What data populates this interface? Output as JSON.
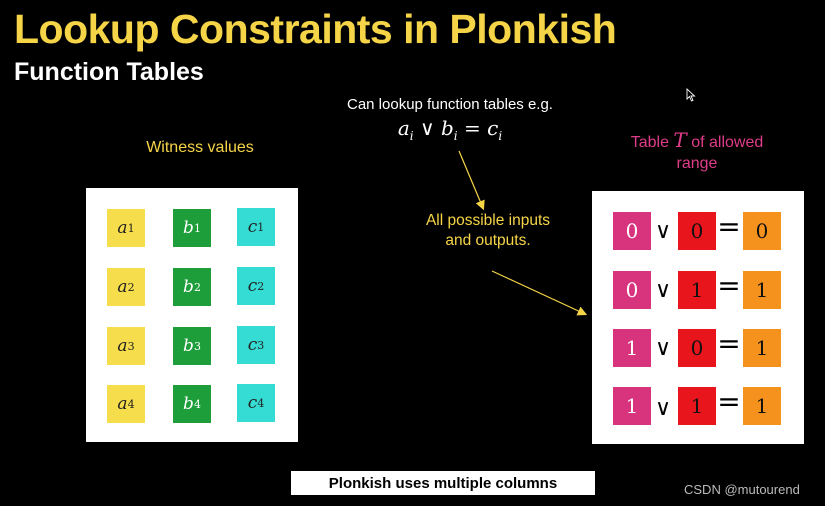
{
  "slide": {
    "title": "Lookup Constraints in Plonkish",
    "subtitle": "Function Tables",
    "caption_top": "Can lookup function tables e.g.",
    "witness_label": "Witness values",
    "table_label_pre": "Table ",
    "table_label_sym": "T",
    "table_label_post": " of allowed range",
    "possible_label": "All possible inputs and outputs.",
    "bottom_text": "Plonkish uses multiple columns",
    "watermark": "CSDN @mutourend"
  },
  "formula": {
    "a": "a",
    "a_sub": "i",
    "op": " ∨ ",
    "b": "b",
    "b_sub": "i",
    "eq": " = ",
    "c": "c",
    "c_sub": "i"
  },
  "witness": {
    "rows": [
      {
        "a": "a",
        "a_sub": "1",
        "b": "b",
        "b_sub": "1",
        "c": "c",
        "c_sub": "1"
      },
      {
        "a": "a",
        "a_sub": "2",
        "b": "b",
        "b_sub": "2",
        "c": "c",
        "c_sub": "2"
      },
      {
        "a": "a",
        "a_sub": "3",
        "b": "b",
        "b_sub": "3",
        "c": "c",
        "c_sub": "3"
      },
      {
        "a": "a",
        "a_sub": "4",
        "b": "b",
        "b_sub": "4",
        "c": "c",
        "c_sub": "4"
      }
    ]
  },
  "range_table": {
    "op": "∨",
    "eq": "=",
    "rows": [
      {
        "a": "0",
        "b": "0",
        "c": "0"
      },
      {
        "a": "0",
        "b": "1",
        "c": "1"
      },
      {
        "a": "1",
        "b": "0",
        "c": "1"
      },
      {
        "a": "1",
        "b": "1",
        "c": "1"
      }
    ]
  },
  "colors": {
    "title": "#f5d547",
    "witness_a": "#f6dd4b",
    "witness_b": "#1e9e3a",
    "witness_c": "#35dcd3",
    "range_a": "#d8347e",
    "range_b": "#e8161c",
    "range_c": "#f5921d",
    "table_label": "#e03c8a"
  }
}
